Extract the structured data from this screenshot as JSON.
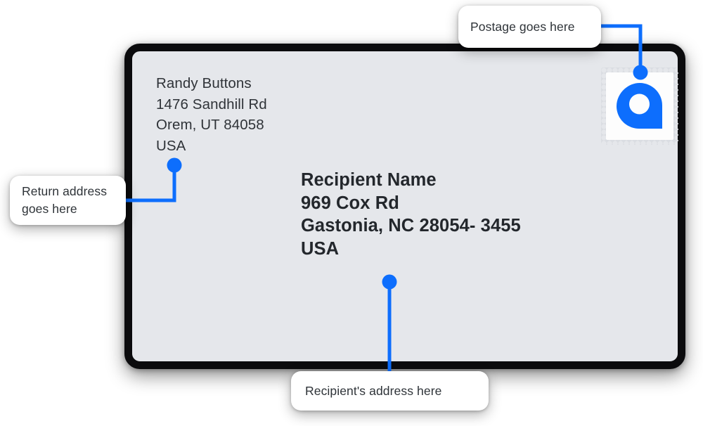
{
  "envelope": {
    "return_address": {
      "lines": [
        "Randy Buttons",
        "1476 Sandhill Rd",
        "Orem, UT 84058",
        "USA"
      ]
    },
    "recipient_address": {
      "lines": [
        "Recipient Name",
        "969 Cox Rd",
        "Gastonia, NC 28054- 3455",
        "USA"
      ]
    },
    "stamp": {
      "icon": "stamp-logo-icon",
      "alt": "a"
    },
    "colors": {
      "paper": "#E5E7EB",
      "border": "#0B0B0D",
      "text": "#2F3338",
      "recipient_text": "#23272C"
    }
  },
  "callouts": {
    "postage": {
      "lines": [
        "Postage goes here"
      ]
    },
    "return": {
      "lines": [
        "Return address",
        "goes here"
      ]
    },
    "recipient": {
      "lines": [
        "Recipient's address here"
      ]
    }
  },
  "accent_color": "#0D6EFD"
}
